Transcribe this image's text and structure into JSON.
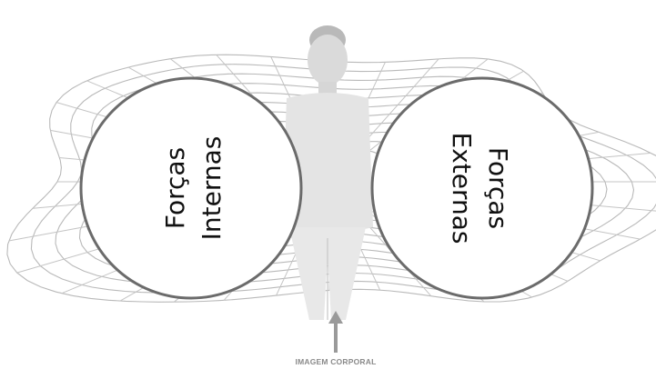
{
  "diagram": {
    "left_circle": {
      "line1": "Forças",
      "line2": "Internas",
      "rotation": "counter-clockwise"
    },
    "right_circle": {
      "line1": "Forças",
      "line2": "Externas",
      "rotation": "clockwise"
    },
    "caption": "IMAGEM CORPORAL"
  },
  "colors": {
    "circle_stroke": "#6b6b6b",
    "web_lines": "#b9b9b9",
    "figure": "#d2d2d2",
    "caption": "#8a8a8a"
  }
}
